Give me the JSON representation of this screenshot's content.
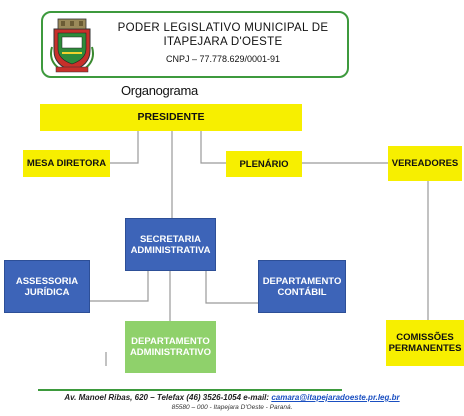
{
  "header": {
    "title_line1": "PODER LEGISLATIVO MUNICIPAL DE",
    "title_line2": "ITAPEJARA D'OESTE",
    "cnpj": "CNPJ – 77.778.629/0001-91"
  },
  "subtitle": "Organograma",
  "nodes": {
    "presidente": "PRESIDENTE",
    "mesa_diretora": "MESA DIRETORA",
    "plenario": "PLENÁRIO",
    "vereadores": "VEREADORES",
    "secretaria": "SECRETARIA ADMINISTRATIVA",
    "assessoria": "ASSESSORIA JURÍDICA",
    "dep_contabil": "DEPARTAMENTO CONTÁBIL",
    "dep_administrativo": "DEPARTAMENTO ADMINISTRATIVO",
    "comissoes": "COMISSÕES PERMANENTES"
  },
  "footer": {
    "address": "Av. Manoel Ribas, 620 – Telefax (46) 3526-1054   e-mail:",
    "email": "camara@itapejaradoeste.pr.leg.br",
    "cep_line": "85580 – 000     -     Itapejara D'Oeste   -   Paraná."
  },
  "colors": {
    "yellow": "#f7ef00",
    "blue": "#3d64b8",
    "green": "#8fd16b",
    "border_green": "#3d9a3d"
  }
}
